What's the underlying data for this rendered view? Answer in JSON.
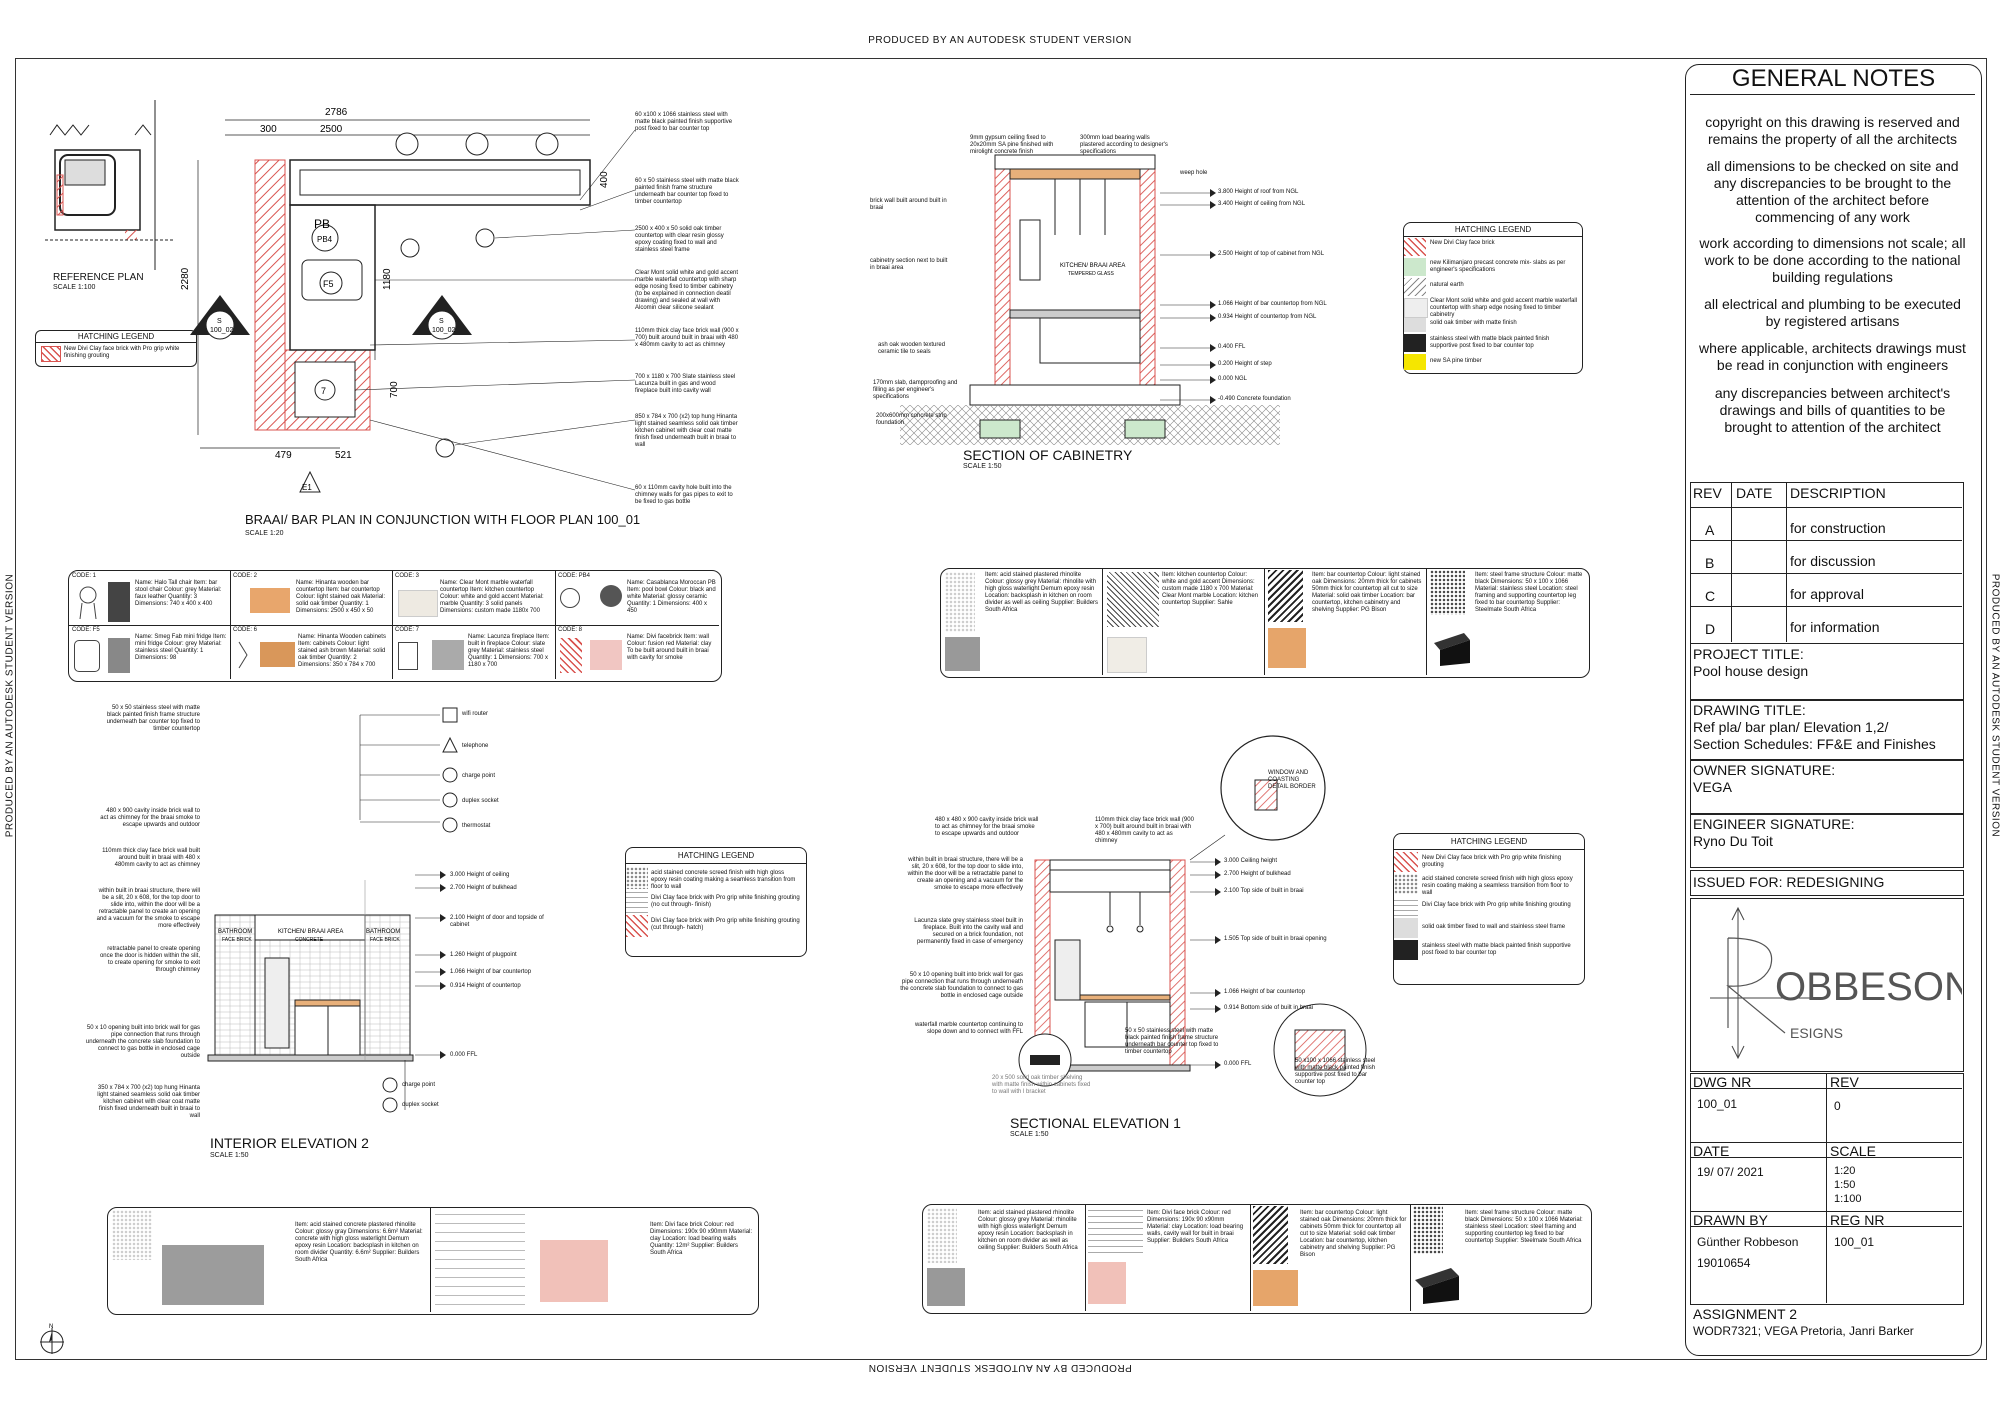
{
  "watermark": "PRODUCED BY AN AUTODESK STUDENT VERSION",
  "general_notes": {
    "title": "GENERAL NOTES",
    "notes": [
      "copyright on this drawing is reserved and remains the property of all the architects",
      "all dimensions to be checked on site and any discrepancies to be brought to the attention of the architect before commencing of any work",
      "work according to dimensions not scale; all work to  be done according to the national building regulations",
      "all electrical and plumbing to be executed by registered artisans",
      "where applicable, architects  drawings must be read in  conjunction with engineers",
      "any discrepancies between architect's drawings and bills of quantities to be brought to attention of the architect"
    ]
  },
  "revisions": {
    "headers": [
      "REV",
      "DATE",
      "DESCRIPTION"
    ],
    "rows": [
      {
        "rev": "A",
        "date": "",
        "desc": "for construction"
      },
      {
        "rev": "B",
        "date": "",
        "desc": "for discussion"
      },
      {
        "rev": "C",
        "date": "",
        "desc": "for approval"
      },
      {
        "rev": "D",
        "date": "",
        "desc": "for information"
      }
    ]
  },
  "title_block": {
    "project_title_label": "PROJECT TITLE:",
    "project_title": "Pool house design",
    "drawing_title_label": "DRAWING TITLE:",
    "drawing_title": "Ref pla/ bar plan/ Elevation 1,2/ Section Schedules: FF&E and Finishes",
    "owner_label": "OWNER SIGNATURE:",
    "owner": "VEGA",
    "engineer_label": "ENGINEER SIGNATURE:",
    "engineer": "Ryno Du Toit",
    "issued_for": "ISSUED FOR: REDESIGNING",
    "logo_text": "OBBESON",
    "logo_sub": "ESIGNS",
    "dwg_nr_label": "DWG NR",
    "dwg_nr": "100_01",
    "rev_label": "REV",
    "rev": "0",
    "date_label": "DATE",
    "date": "19/ 07/ 2021",
    "scale_label": "SCALE",
    "scales": [
      "1:20",
      "1:50",
      "1:100"
    ],
    "drawn_by_label": "DRAWN BY",
    "drawn_by": "Günther Robbeson",
    "student_nr": "19010654",
    "reg_nr_label": "REG NR",
    "reg_nr": "100_01",
    "assignment_label": "ASSIGNMENT 2",
    "assignment": "WODR7321; VEGA Pretoria, Janri Barker"
  },
  "reference_plan": {
    "title": "REFERENCE PLAN",
    "scale": "SCALE 1:100"
  },
  "bar_plan": {
    "title": "BRAAI/ BAR PLAN IN CONJUNCTION WITH FLOOR PLAN 100_01",
    "scale": "SCALE 1:20",
    "dims": {
      "top_total": "2786",
      "top_a": "300",
      "top_b": "2500",
      "left": "2280",
      "right_a": "1180",
      "right_b": "700",
      "bottom_a": "479",
      "bottom_b": "521",
      "side_small": "400"
    },
    "labels": {
      "pb": "PB",
      "pb4": "PB4",
      "f5": "F5",
      "seven": "7",
      "section_s": "S",
      "section_ref": "100_02",
      "e1": "E1"
    },
    "notes": [
      "60 x100 x 1066 stainless steel with matte black painted finish supportive post fixed to bar counter top",
      "60 x 50 stainless steel with matte black painted finish frame structure underneath bar counter top fixed to timber countertop",
      "2500 x 400 x 50 solid oak timber countertop with clear resin glossy epoxy coating fixed to wall and stainless steel frame",
      "Clear Mont solid white and gold accent marble waterfall countertop with sharp edge nosing fixed to timber cabinetry (to be explained in connection deatil drawing) and sealed at wall with Alcomin clear silicone sealant",
      "110mm thick clay face brick wall (900 x 700) built around built in braai with 480 x 480mm cavity to act as chimney",
      "700 x 1180 x 700 Slate stainless steel Lacunza built in gas and wood fireplace built into cavity wall",
      "850 x 784 x 700 (x2) top hung Hinanta light stained seamless solid oak timber kitchen cabinet with clear coat matte finish fixed underneath built in braai to wall",
      "60 x 110mm cavity hole built into the chimney walls for gas pipes to exit to be fixed to gas bottle"
    ]
  },
  "hatching_legend_1": {
    "title": "HATCHING LEGEND",
    "items": [
      "New Divi Clay face brick with Pro grip white finishing grouting"
    ]
  },
  "section_cabinetry": {
    "title": "SECTION OF CABINETRY",
    "scale": "SCALE 1:50",
    "room_label": "KITCHEN/ BRAAI AREA",
    "room_sub": "TEMPERED GLASS",
    "levels": [
      "3.800 Height of roof from NGL",
      "3.400 Height of ceiling from NGL",
      "2.500 Height of top of cabinet from NGL",
      "1.066 Height of bar countertop from NGL",
      "0.934 Height of countertop from NGL",
      "0.400 FFL",
      "0.200 Height of step",
      "0.000 NGL",
      "-0.490 Concrete foundation"
    ],
    "notes": [
      "9mm gypsum ceiling fixed to 20x20mm SA pine finished with mirolight concrete finish",
      "300mm load bearing walls plastered according to designer's specifications",
      "weep hole",
      "brick wall built around built in braai",
      "cabinetry section next to built in braai area",
      "ash oak wooden textured ceramic tile to seals",
      "170mm slab, dampproofing and filling as per engineer's specifications",
      "200x600mm concrete strip foundation"
    ]
  },
  "hatching_legend_2": {
    "title": "HATCHING LEGEND",
    "items": [
      "New Divi Clay face brick",
      "new Kilimanjaro precast concrete mix- slabs as per engineer's specifications",
      "natural earth",
      "Clear Mont solid white and gold accent marble waterfall countertop with sharp edge nosing fixed to timber cabinetry",
      "solid oak timber with matte finish",
      "stainless steel with matte black painted finish supportive post fixed to bar counter top",
      "new SA pine timber"
    ]
  },
  "ffe_schedule": {
    "cells": [
      {
        "code": "CODE: 1",
        "text": "Name: Halo Tall chair Item: bar stool chair Colour: grey Material: faux leather Quantity: 3 Dimensions: 740 x 400 x 400"
      },
      {
        "code": "CODE: 2",
        "text": "Name: Hinanta wooden bar countertop Item: bar countertop Colour: light stained oak Material: solid oak timber Quantity: 1 Dimensions: 2500 x 450 x 50"
      },
      {
        "code": "CODE: 3",
        "text": "Name: Clear Mont marble waterfall countertop Item: kitchen countertop Colour: white and gold accent Material: marble Quantity: 3 solid panels Dimensions: custom made 1180x 700"
      },
      {
        "code": "CODE: PB4",
        "text": "Name: Casablanca Moroccan PB Item: pool bowl Colour: black and white Material: glossy ceramic Quantity: 1 Dimensions: 400 x 450"
      },
      {
        "code": "CODE: F5",
        "text": "Name: Smeg Fab mini fridge Item: mini fridge Colour: grey Material: stainless steel Quantity: 1 Dimensions: 98"
      },
      {
        "code": "CODE: 6",
        "text": "Name: Hinanta Wooden cabinets Item: cabinets Colour: light stained ash brown Material: solid oak timber Quantity: 2 Dimensions: 350 x 784 x 700"
      },
      {
        "code": "CODE: 7",
        "text": "Name: Lacunza fireplace Item: built in fireplace Colour: slate grey Material: stainless steel Quantity: 1 Dimensions: 700 x 1180 x 700"
      },
      {
        "code": "CODE: 8",
        "text": "Name: Divi facebrick Item: wall Colour: fusion red Material: clay To be built around built in braai with cavity for smoke"
      }
    ]
  },
  "finishes_schedule_top": {
    "cells": [
      {
        "text": "Item: acid stained plastered rhinolite Colour: glossy grey Material: rhinolite with high gloss waterlight Demum epoxy resin Location: backsplash in kitchen on room divider as well as ceiling Supplier: Builders South Africa"
      },
      {
        "text": "Item: kitchen countertop Colour: white and gold accent Dimensions: custom made 1180 x 700 Material: Clear Mont marble Location: kitchen countertop Supplier: Sahle"
      },
      {
        "text": "Item: bar countertop Colour: light stained oak Dimensions: 20mm thick for cabinets 50mm thick for countertop all cut to size Material: solid oak timber Location: bar countertop, kitchen cabinetry and shelving Supplier: PG Bison"
      },
      {
        "text": "Item: steel frame structure Colour: matte black Dimensions: 50 x 100 x 1066 Material: stainless steel Location: steel framing and supporting countertop leg fixed to bar countertop Supplier: Steelmate South Africa"
      }
    ]
  },
  "interior_elevation": {
    "title": "INTERIOR ELEVATION 2",
    "scale": "SCALE 1:50",
    "rooms": [
      "BATHROOM",
      "KITCHEN/ BRAAI AREA",
      "BATHROOM"
    ],
    "rooms_sub": [
      "FACE BRICK",
      "CONCRETE",
      "FACE BRICK"
    ],
    "levels": [
      "3.000 Height of ceiling",
      "2.700 Height of bulkhead",
      "2.100 Height of door and topside of cabinet",
      "1.260 Height of plugpoint",
      "1.066 Height of bar countertop",
      "0.914 Height of countertop",
      "0.000 FFL"
    ],
    "electrical": [
      "wifi router",
      "telephone",
      "charge point",
      "duplex socket",
      "thermostat"
    ],
    "electrical_bottom": [
      "charge point",
      "duplex socket"
    ],
    "notes": [
      "50 x 50 stainless steel with matte black painted finish frame structure underneath bar counter top fixed to timber countertop",
      "480 x 900 cavity inside brick wall to act as chimney for the braai smoke to escape upwards and outdoor",
      "110mm thick clay face brick wall built around built in braai with 480 x 480mm cavity to act as chimney",
      "within built in braai structure, there will be a slit, 20 x 608, for the top door to slide into, within the door will be a retractable panel to create an opening and a vacuum for the smoke to escape more effectively",
      "retractable panel to create opening once the door is hidden within the slit, to create opening for smoke to exit through chimney",
      "50 x 10 opening built into brick wall for gas pipe connection that runs through underneath the concrete slab foundation to connect to gas bottle in enclosed cage outside",
      "350 x 784 x 700 (x2) top hung Hinanta light stained seamless solid oak timber kitchen cabinet with clear coat matte finish fixed underneath built in braai to wall"
    ]
  },
  "hatching_legend_3": {
    "title": "HATCHING LEGEND",
    "items": [
      "acid stained concrete screed finish with high gloss epoxy resin coating making a seamless transition from floor to wall",
      "Divi Clay face brick with Pro grip white finishing grouting (no cut through- finish)",
      "Divi Clay face brick with Pro grip white finishing grouting (cut through- hatch)"
    ]
  },
  "sectional_elevation": {
    "title": "SECTIONAL ELEVATION 1",
    "scale": "SCALE 1:50",
    "levels": [
      "3.000 Ceiling height",
      "2.700 Height of bulkhead",
      "2.100 Top side of built in braai",
      "1.505 Top side of built in braai opening",
      "1.066 Height of bar countertop",
      "0.914 Bottom side of built in braai",
      "0.000 FFL"
    ],
    "notes": [
      "480 x 480 x 900 cavity inside brick wall to act as chimney for the braai smoke to escape upwards and outdoor",
      "110mm thick clay face brick wall (900 x 700) built around built in braai with 480 x 480mm cavity to act as chimney",
      "within built in braai structure, there will be a slit, 20 x 608, for the top door to slide into, within the door will be a retractable panel to create an opening and a vacuum for the smoke to escape more effectively",
      "Lacunza slate grey stainless steel built in fireplace. Built into the cavity wall and secured on a brick foundation, not permanently fixed in case of emergency",
      "50 x 10 opening built into brick wall for gas pipe connection that runs through underneath the concrete slab foundation to connect to gas bottle in enclosed cage outside",
      "waterfall marble countertop continuing to slope down and to connect with FFL",
      "20 x 500 solid oak timber shelving with matte finish within cabinets fixed to wall with l bracket",
      "50 x 50 stainless steel with matte black painted finish frame structure underneath bar counter top fixed to timber countertop",
      "50 x100 x 1066 stainless steel with matte black painted finish supportive post fixed to bar counter top"
    ],
    "detail_note": "WINDOW AND COASTING DETAIL BORDER"
  },
  "hatching_legend_4": {
    "title": "HATCHING LEGEND",
    "items": [
      "New Divi Clay face brick with Pro grip white finishing grouting",
      "acid stained concrete screed finish with high gloss epoxy resin coating making a seamless transition from floor to wall",
      "Divi Clay face brick with Pro grip white finishing grouting",
      "solid oak timber fixed to wall and stainless steel frame",
      "stainless steel with matte black painted finish supportive post fixed to bar counter top"
    ]
  },
  "finishes_bottom_left": {
    "cells": [
      {
        "text": "Item: acid stained concrete plastered rhinolite Colour: glossy gray Dimensions: 6.6m² Material: concrete with high gloss waterlight Demum epoxy resin Location: backsplash in kitchen on room divider Quantity: 6.6m² Supplier: Builders South Africa"
      },
      {
        "text": "Item: Divi face brick Colour: red Dimensions: 190x 90 x90mm Material: clay Location: load bearing walls Quantity: 12m² Supplier: Builders South Africa"
      }
    ]
  },
  "finishes_bottom_right": {
    "cells": [
      {
        "text": "Item: acid stained plastered rhinolite Colour: glossy grey Material: rhinolite with high gloss waterlight Demum epoxy resin Location: backsplash in kitchen on room divider as well as ceiling Supplier: Builders South Africa"
      },
      {
        "text": "Item: Divi face brick Colour: red Dimensions: 190x 90 x90mm Material: clay Location: load bearing walls, cavity wall for built in braai Supplier: Builders South Africa"
      },
      {
        "text": "Item: bar countertop Colour: light stained oak Dimensions: 20mm thick for cabinets 50mm thick for countertop all cut to size Material: solid oak timber Location: bar countertop, kitchen cabinetry and shelving Supplier: PG Bison"
      },
      {
        "text": "Item: steel frame structure Colour: matte black Dimensions: 50 x 100 x 1066 Material: stainless steel Location: steel framing and supporting countertop leg fixed to bar countertop Supplier: Steelmate South Africa"
      }
    ]
  },
  "north_label": "N",
  "colors": {
    "brick": "#d9534f",
    "line": "#222222",
    "oak": "#e8b07a",
    "yellow": "#f5e600",
    "concrete": "#9a9a9a"
  }
}
